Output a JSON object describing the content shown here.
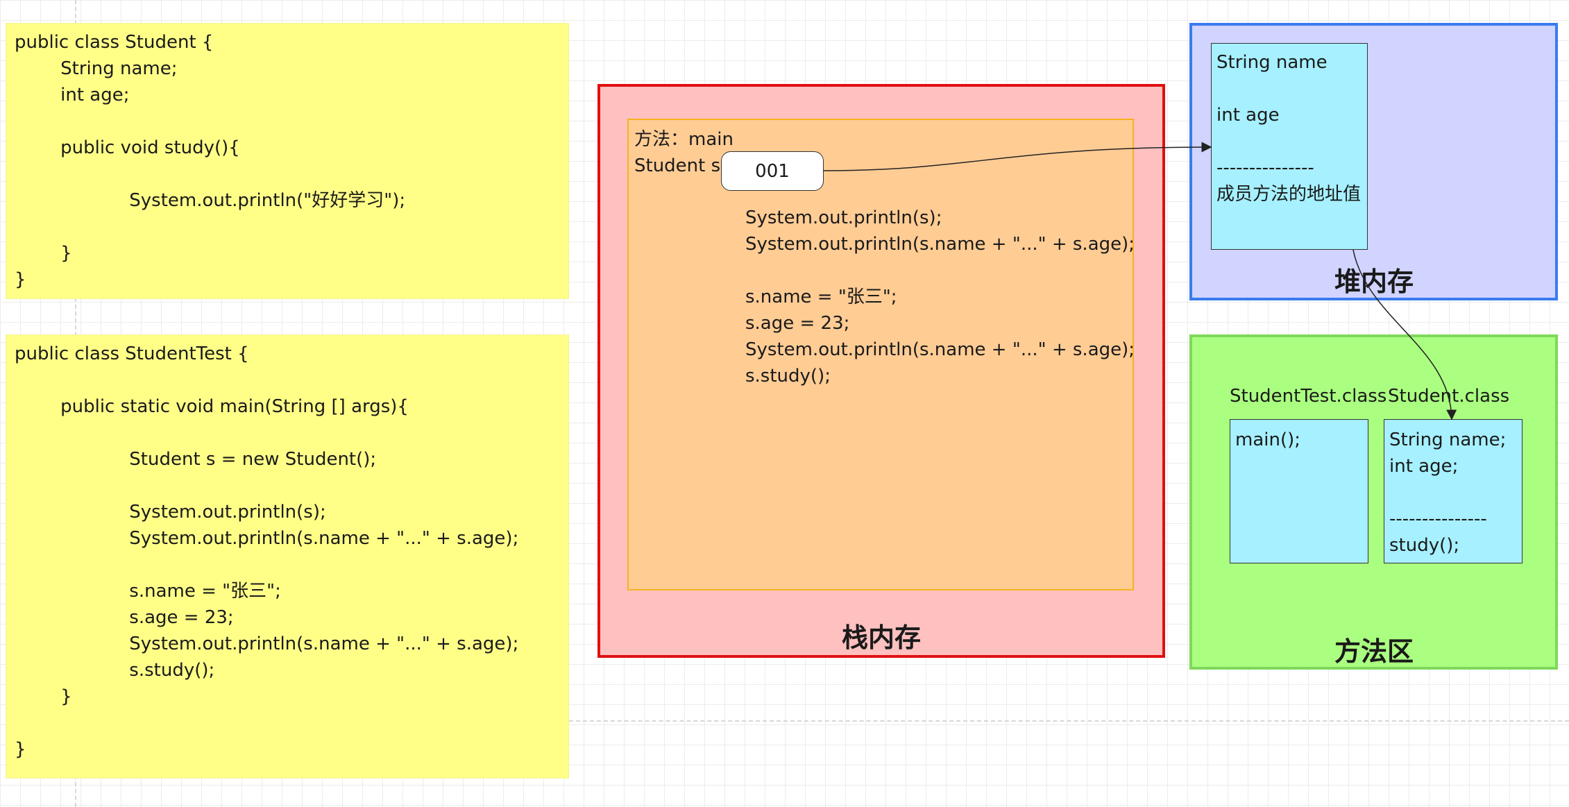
{
  "code_student": {
    "lines": [
      "public class Student {",
      "        String name;",
      "        int age;",
      "",
      "        public void study(){",
      "",
      "                    System.out.println(\"好好学习\");",
      "",
      "        }",
      "}"
    ]
  },
  "code_student_test": {
    "lines": [
      "public class StudentTest {",
      "",
      "        public static void main(String [] args){",
      "",
      "                    Student s = new Student();",
      "",
      "                    System.out.println(s);",
      "                    System.out.println(s.name + \"...\" + s.age);",
      "",
      "                    s.name = \"张三\";",
      "                    s.age = 23;",
      "                    System.out.println(s.name + \"...\" + s.age);",
      "                    s.study();",
      "        }",
      "",
      "}"
    ]
  },
  "stack": {
    "label": "栈内存",
    "frame_method": "方法：main",
    "frame_var": "Student s",
    "ref_value": "001",
    "frame_code": [
      "System.out.println(s);",
      "System.out.println(s.name + \"...\" + s.age);",
      "",
      "s.name = \"张三\";",
      "s.age = 23;",
      "System.out.println(s.name + \"...\" + s.age);",
      "s.study();"
    ]
  },
  "heap": {
    "label": "堆内存",
    "object_lines": [
      "String name",
      "",
      "int age",
      "",
      "---------------",
      "成员方法的地址值"
    ]
  },
  "method_area": {
    "label": "方法区",
    "class1_title": "StudentTest.class",
    "class1_lines": [
      "main();"
    ],
    "class2_title": "Student.class",
    "class2_lines": [
      "String name;",
      "int age;",
      "",
      "---------------",
      "study();"
    ]
  },
  "colors": {
    "note": "#ffff88",
    "stack_fill": "#ffc0c0",
    "stack_border": "#e01010",
    "frame_fill": "#ffcc94",
    "heap_fill": "#d0d4ff",
    "heap_border": "#3a7bef",
    "method_fill": "#aaff80",
    "method_border": "#7ed85a",
    "object_fill": "#a6f0ff"
  }
}
